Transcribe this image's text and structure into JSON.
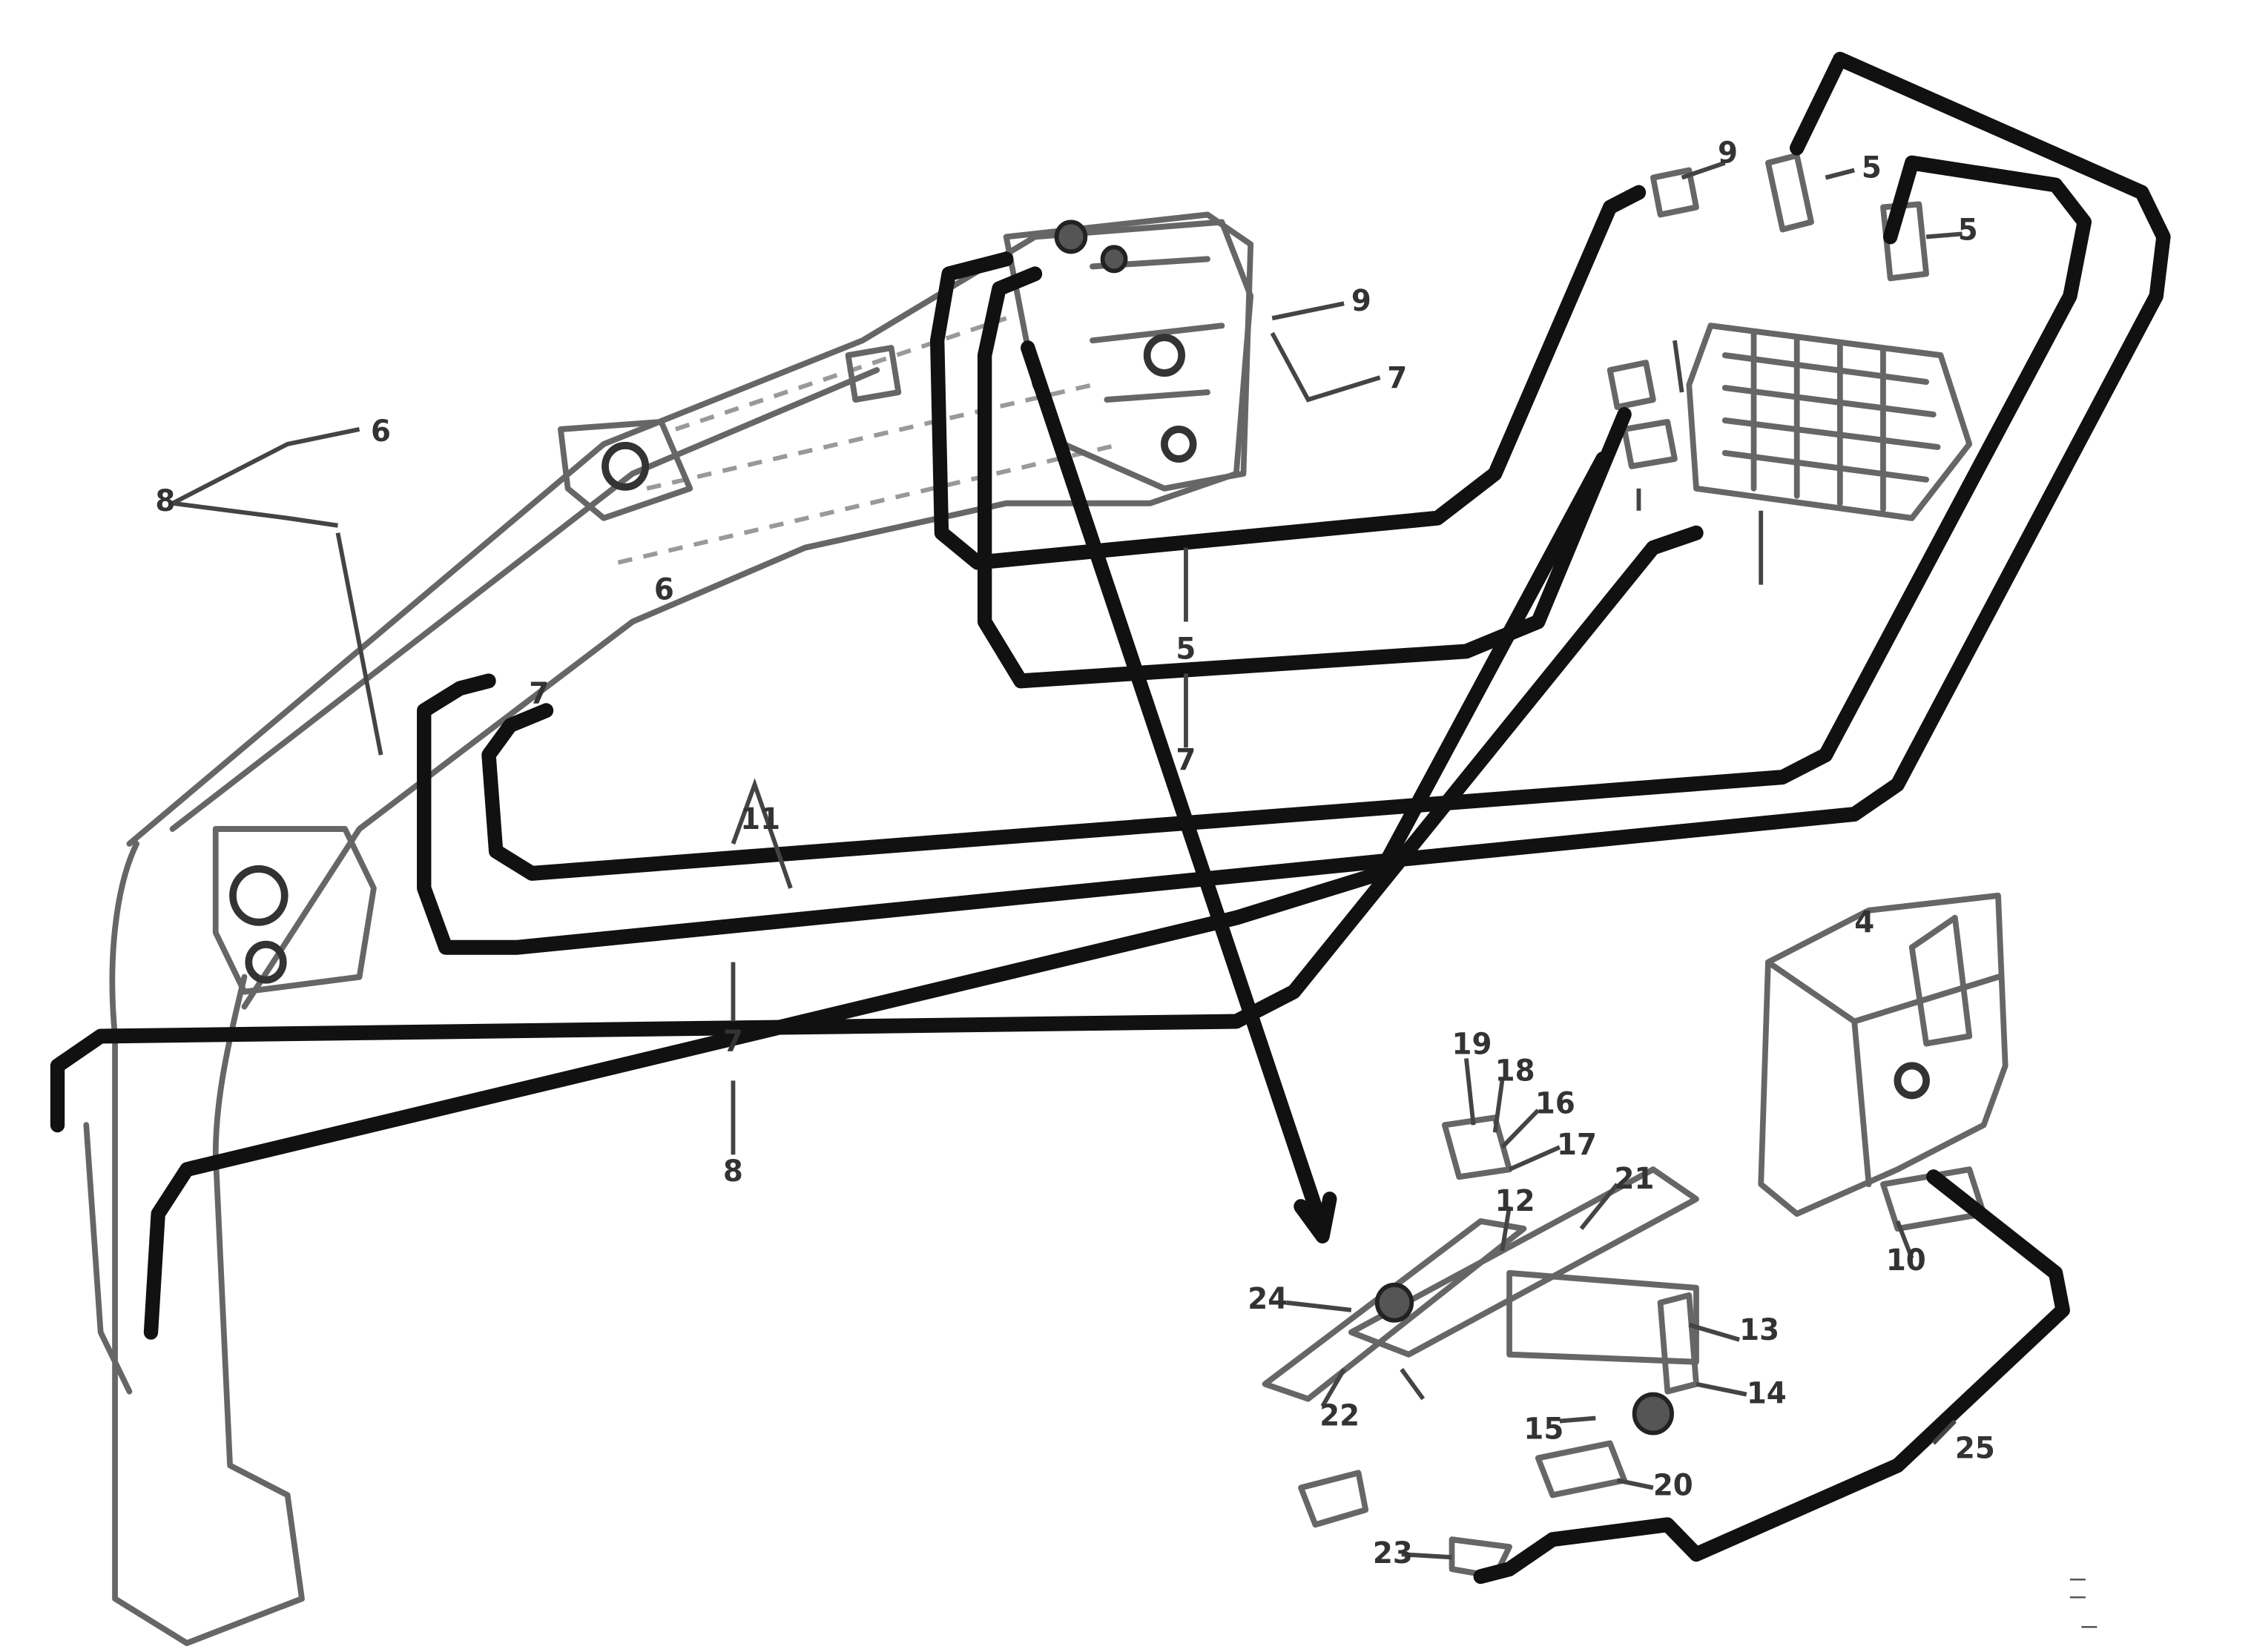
{
  "callouts": {
    "c1": "6",
    "c2": "8",
    "c3": "9",
    "c4": "7",
    "c5": "6",
    "c6": "7",
    "c7": "5",
    "c8": "7",
    "c9": "5",
    "c10": "9",
    "c11": "5",
    "c12": "11",
    "c13": "7",
    "c14": "8",
    "c15": "19",
    "c16": "18",
    "c17": "16",
    "c18": "17",
    "c19": "21",
    "c20": "12",
    "c21": "24",
    "c22": "13",
    "c23": "14",
    "c24": "15",
    "c25": "20",
    "c26": "22",
    "c27": "23",
    "c28": "25",
    "c29": "4",
    "c30": "10"
  },
  "reference": {
    "line1": "—",
    "line2": "—",
    "drawing_no": "—"
  }
}
